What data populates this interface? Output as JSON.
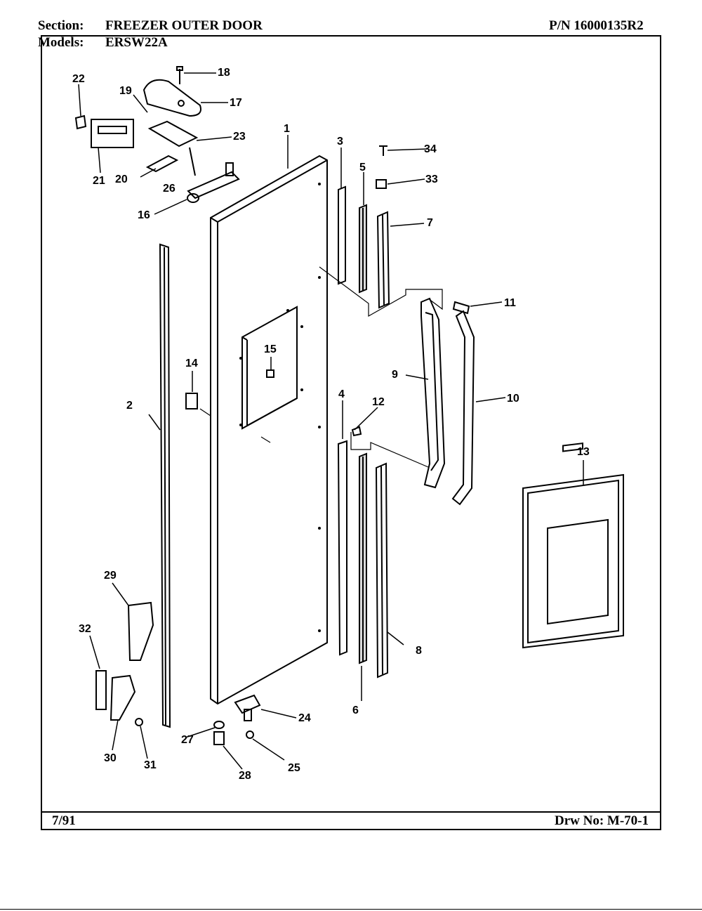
{
  "header": {
    "section_label": "Section:",
    "section_value": "FREEZER OUTER DOOR",
    "part_number": "P/N 16000135R2",
    "models_label": "Models:",
    "models_value": "ERSW22A"
  },
  "footer": {
    "date": "7/91",
    "drawing_number": "Drw No: M-70-1"
  },
  "callouts": {
    "c1": "1",
    "c2": "2",
    "c3": "3",
    "c4": "4",
    "c5": "5",
    "c6": "6",
    "c7": "7",
    "c8": "8",
    "c9": "9",
    "c10": "10",
    "c11": "11",
    "c12": "12",
    "c13": "13",
    "c14": "14",
    "c15": "15",
    "c16": "16",
    "c17": "17",
    "c18": "18",
    "c19": "19",
    "c20": "20",
    "c21": "21",
    "c22": "22",
    "c23": "23",
    "c24": "24",
    "c25": "25",
    "c26": "26",
    "c27": "27",
    "c28": "28",
    "c29": "29",
    "c30": "30",
    "c31": "31",
    "c32": "32",
    "c33": "33",
    "c34": "34"
  },
  "colors": {
    "ink": "#000000",
    "paper": "#ffffff"
  }
}
